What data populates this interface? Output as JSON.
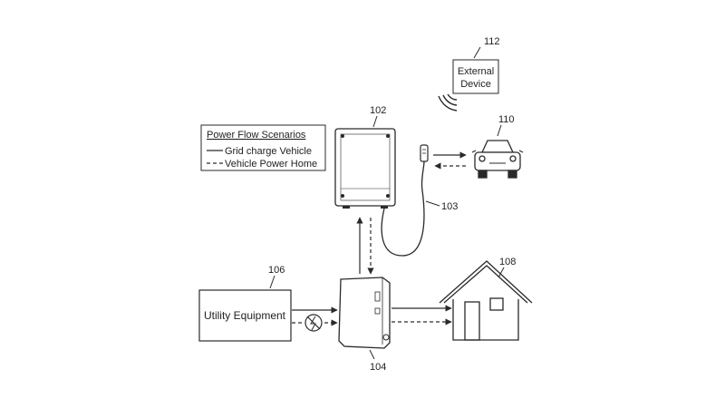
{
  "legend": {
    "title": "Power Flow Scenarios",
    "solid_entry": "Grid charge Vehicle",
    "dashed_entry": "Vehicle Power Home"
  },
  "components": {
    "charger": {
      "ref": "102"
    },
    "cable": {
      "ref": "103"
    },
    "inverter": {
      "ref": "104"
    },
    "utility": {
      "ref": "106",
      "label": "Utility Equipment"
    },
    "home": {
      "ref": "108"
    },
    "vehicle": {
      "ref": "110"
    },
    "external_device": {
      "ref": "112",
      "label_line1": "External",
      "label_line2": "Device"
    }
  },
  "icons": {
    "vehicle": "car-front-icon",
    "home": "house-icon",
    "external_device_signal": "wireless-signal-icon",
    "grid_disconnect": "no-power-icon",
    "plug": "charging-plug-icon"
  },
  "colors": {
    "line": "#2a2a2a",
    "background": "#ffffff"
  }
}
